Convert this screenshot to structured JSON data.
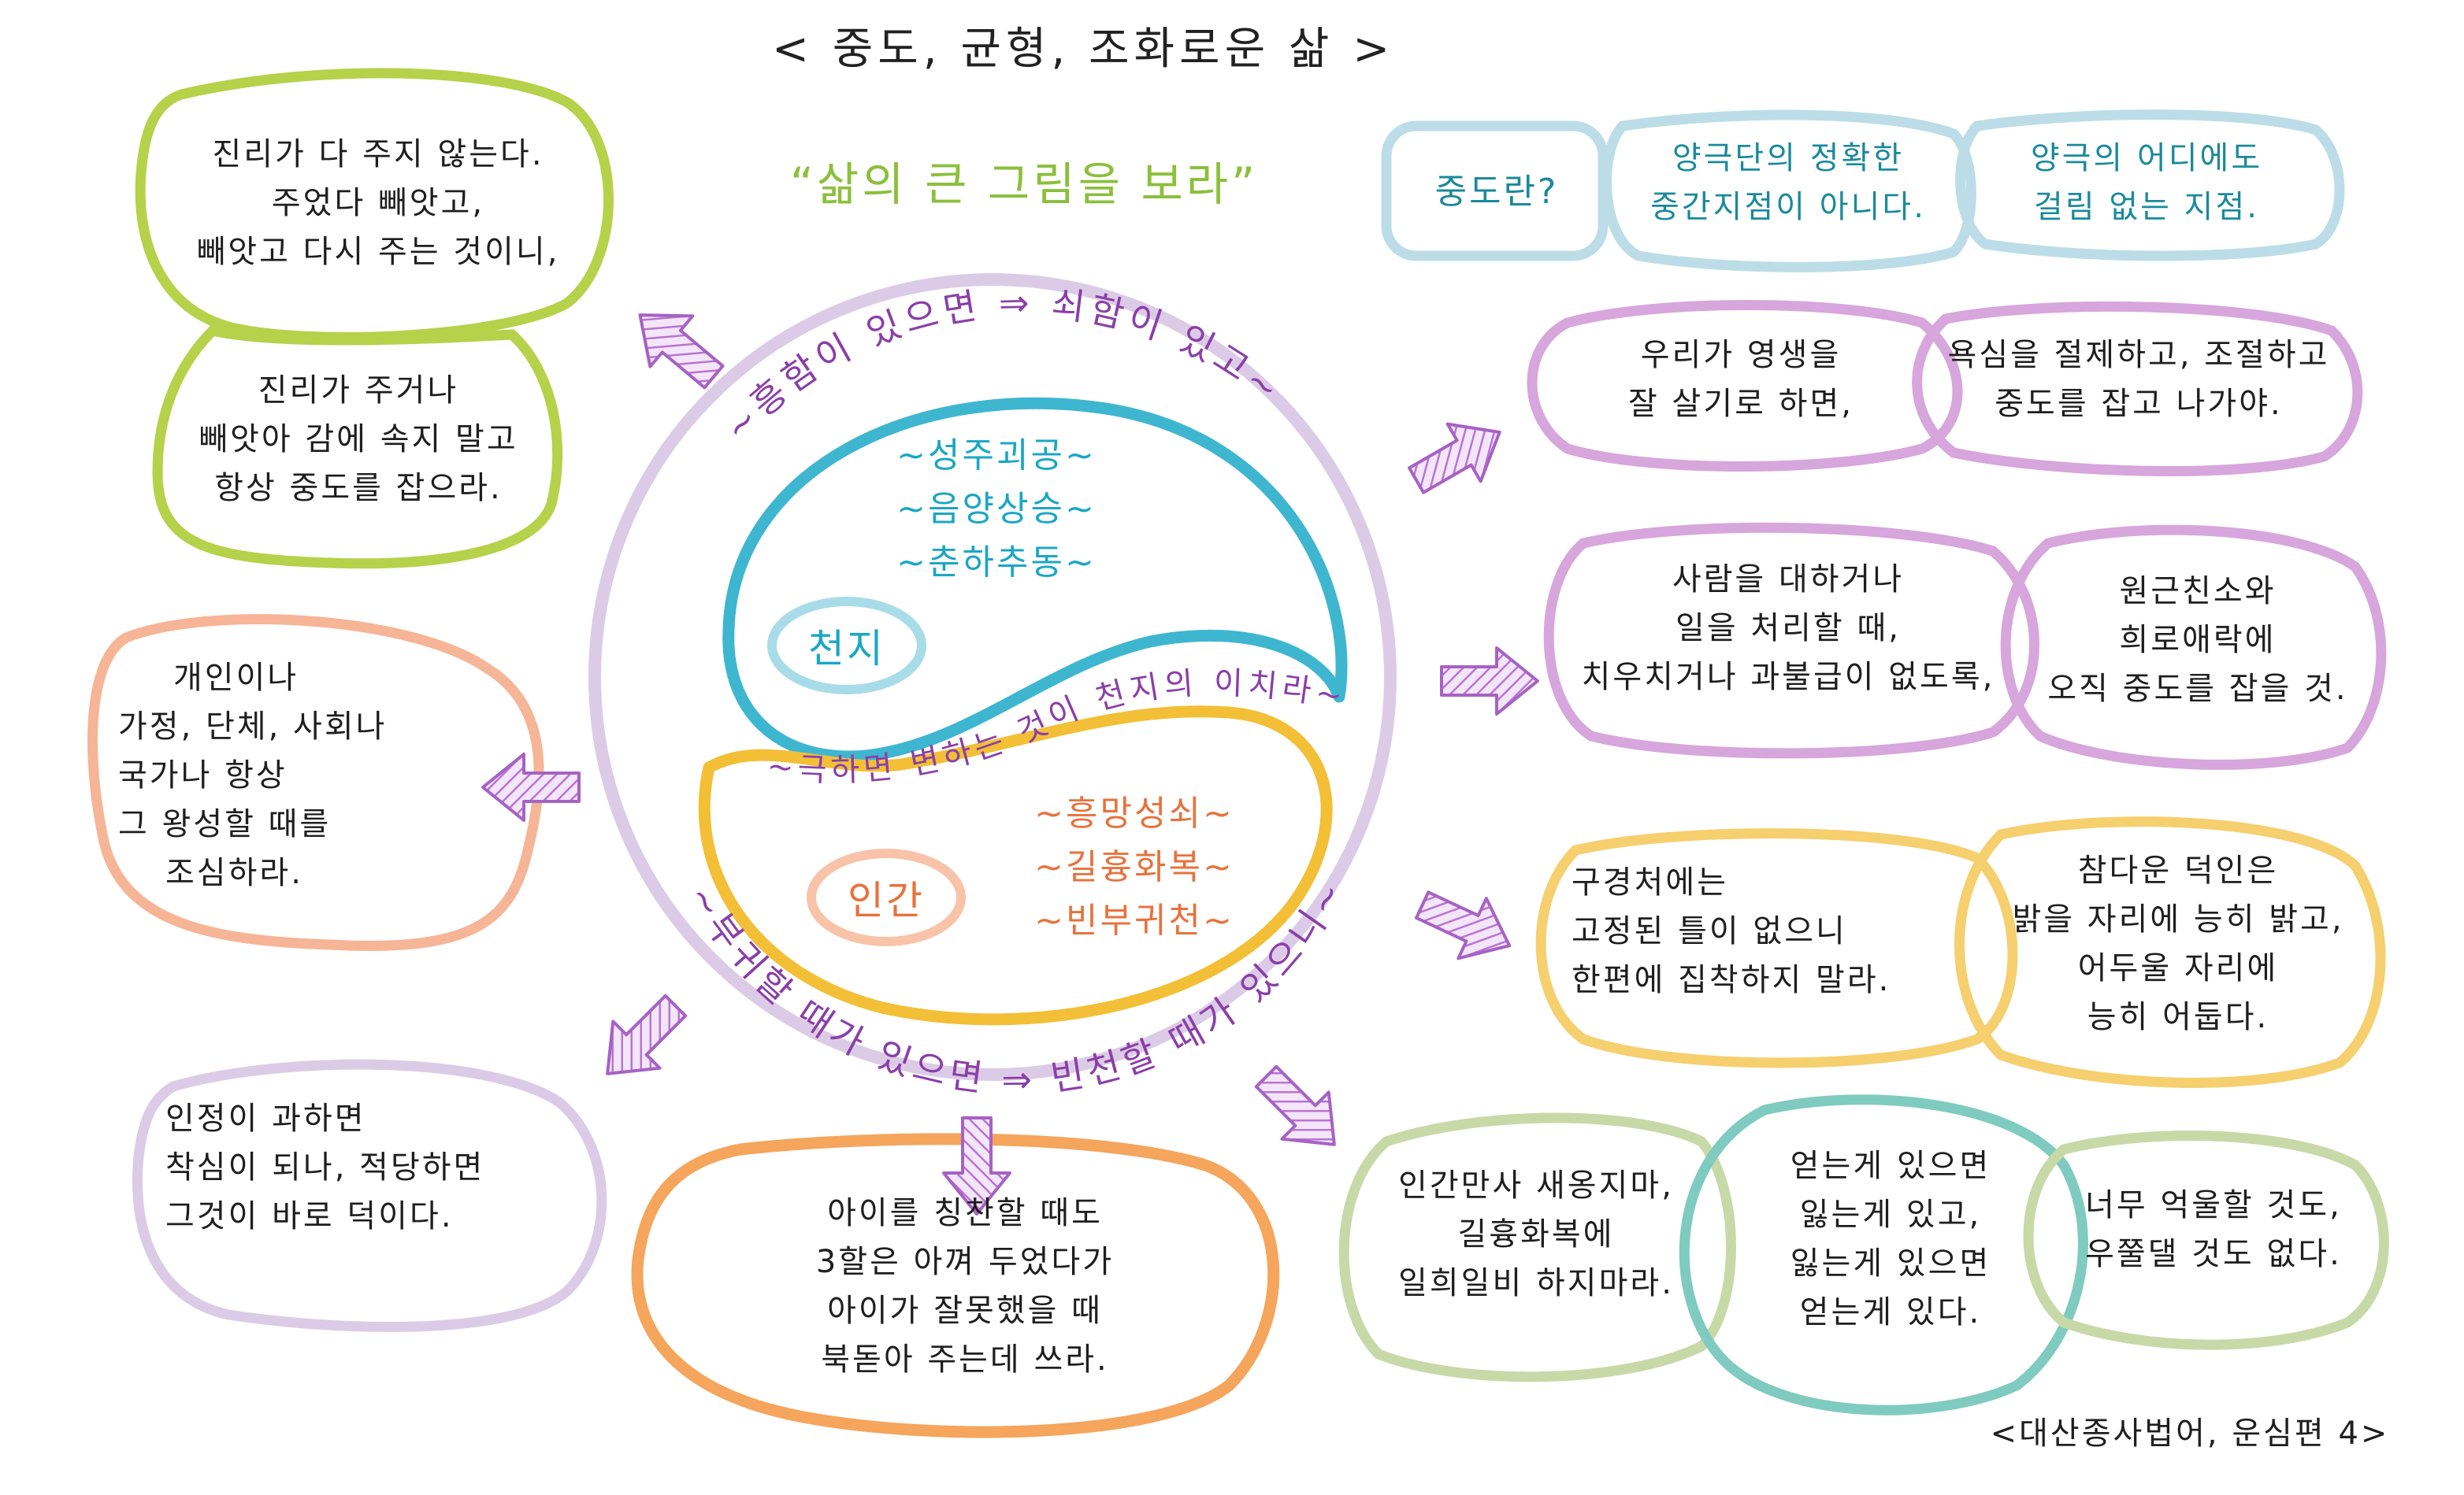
{
  "title": "< 중도, 균형, 조화로운 삶 >",
  "slogan": "“삶의 큰 그림을 보라”",
  "center": {
    "ring_top": "~흥함이 있으면 ⇒ 쇠함이 있고~",
    "ring_bottom": "~부귀할 때가 있으면 ⇒ 빈천할 때가 있으니~",
    "divider": "~극하면 변하는 것이 천지의 이치라~",
    "heaven": {
      "label": "천지",
      "lines": [
        "~성주괴공~",
        "~음양상승~",
        "~춘하추동~"
      ]
    },
    "human": {
      "label": "인간",
      "lines": [
        "~흥망성쇠~",
        "~길흉화복~",
        "~빈부귀천~"
      ]
    }
  },
  "bubbles": {
    "truth_top": [
      "진리가 다 주지 않는다.",
      "주었다 빼앗고,",
      "빼앗고 다시 주는 것이니,"
    ],
    "truth_bottom": [
      "진리가 주거나",
      "빼앗아 감에 속지 말고",
      "항상 중도를 잡으라."
    ],
    "individual": [
      "개인이나",
      "가정, 단체, 사회나",
      "국가나 항상",
      "그 왕성할 때를",
      "조심하라."
    ],
    "affection": [
      "인정이 과하면",
      "착심이 되나, 적당하면",
      "그것이 바로 덕이다."
    ],
    "praise": [
      "아이를 칭찬할 때도",
      "3할은 아껴 두었다가",
      "아이가 잘못했을 때",
      "북돋아 주는데 쓰라."
    ],
    "middle_q": "중도란?",
    "middle_a1": [
      "양극단의 정확한",
      "중간지점이 아니다."
    ],
    "middle_a2": [
      "양극의 어디에도",
      "걸림 없는 지점."
    ],
    "eternal": [
      "우리가 영생을",
      "잘 살기로 하면,"
    ],
    "desire": [
      "욕심을 절제하고, 조절하고",
      "중도를 잡고 나가야."
    ],
    "people": [
      "사람을 대하거나",
      "일을 처리할 때,",
      "치우치거나 과불급이 없도록,"
    ],
    "feelings": [
      "원근친소와",
      "희로애락에",
      "오직 중도를 잡을 것."
    ],
    "realm": [
      "구경처에는",
      "고정된 틀이 없으니",
      "한편에 집착하지 말라."
    ],
    "virtue": [
      "참다운 덕인은",
      "밝을 자리에 능히 밝고,",
      "어두울 자리에",
      "능히 어둡다."
    ],
    "fortune": [
      "인간만사 새옹지마,",
      "길흉화복에",
      "일희일비 하지마라."
    ],
    "gain_loss": [
      "얻는게 있으면",
      "잃는게 있고,",
      "잃는게 있으면",
      "얻는게 있다."
    ],
    "sorrow": [
      "너무 억울할 것도,",
      "우쭐댈 것도 없다."
    ]
  },
  "source": "<대산종사법어, 운심편 4>",
  "colors": {
    "green": "#b5d24a",
    "peach": "#f6b596",
    "lavender": "#dccbe6",
    "orange": "#f5a55c",
    "lightblue": "#bcdde8",
    "pink": "#d7a6dc",
    "yellow": "#f6cf6e",
    "sage": "#c8d9a8",
    "teal": "#7fcbbf",
    "cyan": "#3fb6d0",
    "gold": "#f2bf36",
    "purple": "#8a3fa8",
    "arrow": "#c18ad6"
  },
  "icons": [
    "arrow-icon"
  ]
}
